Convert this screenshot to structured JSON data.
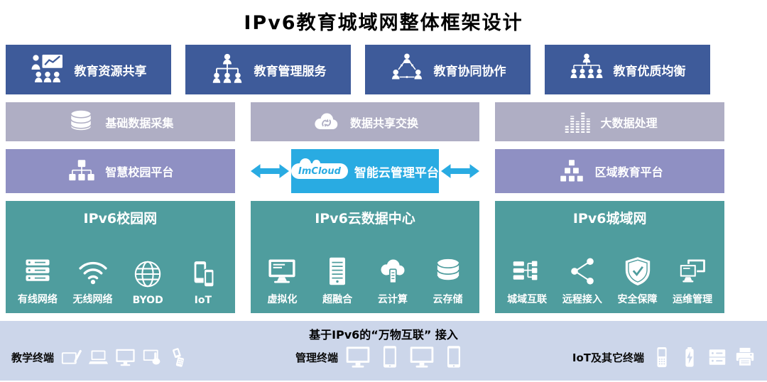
{
  "title": "IPv6教育城域网整体框架设计",
  "colors": {
    "app_blue": "#3e5b9a",
    "data_gray": "#afaec4",
    "platform_purple": "#8f90c3",
    "cloud_cyan": "#29abe2",
    "network_teal": "#4f9d9e",
    "terminal_bar_blue": "#ccd6ea"
  },
  "app_layer": {
    "items": [
      {
        "label": "教育资源共享",
        "icon": "presentation-audience-icon"
      },
      {
        "label": "教育管理服务",
        "icon": "org-chart-icon"
      },
      {
        "label": "教育协同协作",
        "icon": "collaboration-icon"
      },
      {
        "label": "教育优质均衡",
        "icon": "balanced-tree-icon"
      }
    ]
  },
  "data_layer": {
    "items": [
      {
        "label": "基础数据采集",
        "icon": "database-icon"
      },
      {
        "label": "数据共享交换",
        "icon": "cloud-sync-icon"
      },
      {
        "label": "大数据处理",
        "icon": "equalizer-icon"
      }
    ]
  },
  "platform_layer": {
    "left": {
      "label": "智慧校园平台",
      "icon": "sitemap-icon"
    },
    "center": {
      "logo": "ImCloud",
      "label": "智能云管理平台"
    },
    "right": {
      "label": "区域教育平台",
      "icon": "pyramid-icon"
    }
  },
  "network_layer": {
    "groups": [
      {
        "title": "IPv6校园网",
        "items": [
          {
            "label": "有线网络",
            "icon": "server-stack-icon"
          },
          {
            "label": "无线网络",
            "icon": "wifi-icon"
          },
          {
            "label": "BYOD",
            "icon": "globe-icon"
          },
          {
            "label": "IoT",
            "icon": "devices-icon"
          }
        ]
      },
      {
        "title": "IPv6云数据中心",
        "items": [
          {
            "label": "虚拟化",
            "icon": "monitor-icon"
          },
          {
            "label": "超融合",
            "icon": "server-rack-icon"
          },
          {
            "label": "云计算",
            "icon": "cloud-server-icon"
          },
          {
            "label": "云存储",
            "icon": "database-stack-icon"
          }
        ]
      },
      {
        "title": "IPv6城域网",
        "items": [
          {
            "label": "城域互联",
            "icon": "interconnect-icon"
          },
          {
            "label": "远程接入",
            "icon": "share-nodes-icon"
          },
          {
            "label": "安全保障",
            "icon": "shield-icon"
          },
          {
            "label": "运维管理",
            "icon": "dual-monitor-icon"
          }
        ]
      }
    ]
  },
  "terminal_layer": {
    "title": "基于IPv6的“万物互联” 接入",
    "groups": [
      {
        "label": "教学终端",
        "icons": [
          "tablet-pen-icon",
          "laptop-icon",
          "monitor-lg-icon",
          "touch-screen-icon",
          "flip-phone-icon"
        ]
      },
      {
        "label": "管理终端",
        "icons": [
          "monitor-lg-icon",
          "tablet-portrait-icon",
          "monitor-lg-icon",
          "tablet-portrait-icon"
        ]
      },
      {
        "label": "IoT及其它终端",
        "icons": [
          "feature-phone-icon",
          "battery-charge-icon",
          "storage-box-icon",
          "printer-icon"
        ]
      }
    ]
  }
}
